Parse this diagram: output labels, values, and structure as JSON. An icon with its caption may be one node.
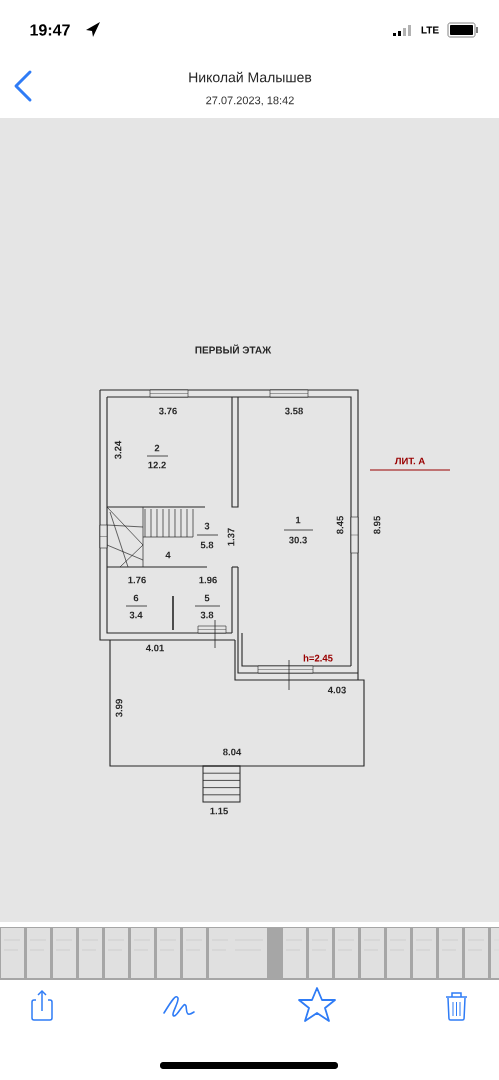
{
  "diagram": {
    "title": "ПЕРВЫЙ ЭТАЖ",
    "labels": [
      "19:47",
      "LTE",
      "Николай Малышев",
      "27.07.2023, 18:42",
      "3.76",
      "3.58",
      "3.24",
      "2",
      "12.2",
      "ЛИТ. А",
      "8.45",
      "8.95",
      "3",
      "5.8",
      "1.37",
      "1",
      "30.3",
      "4",
      "1.76",
      "1.96",
      "6",
      "3.4",
      "5",
      "3.8",
      "4.01",
      "h=2.45",
      "4.03",
      "3.99",
      "8.04",
      "1.15"
    ]
  }
}
